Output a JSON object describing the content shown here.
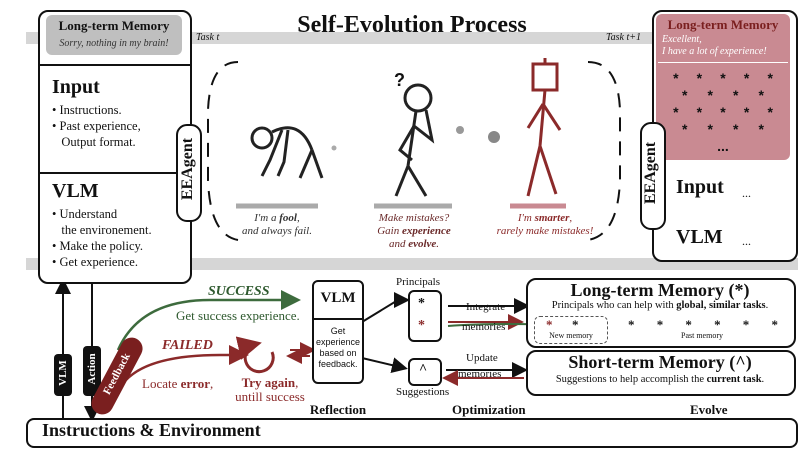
{
  "title": "Self-Evolution Process",
  "task_left": "Task t",
  "task_right": "Task t+1",
  "left_agent": {
    "memory_title": "Long-term Memory",
    "memory_text": "Sorry, nothing in my brain!",
    "input_heading": "Input",
    "input_items": [
      "Instructions.",
      "Past experience,",
      "Output format."
    ],
    "vlm_heading": "VLM",
    "vlm_items": [
      "Understand",
      "the environement.",
      "Make the policy.",
      "Get experience."
    ],
    "agent_label": "EEAgent"
  },
  "right_agent": {
    "memory_title": "Long-term Memory",
    "memory_text_line1": "Excellent,",
    "memory_text_line2": "I have a lot of experience!",
    "stars": "*",
    "dots": "...",
    "input_heading": "Input",
    "input_dots": "...",
    "vlm_heading": "VLM",
    "vlm_dots": "...",
    "agent_label": "EEAgent"
  },
  "stages": [
    {
      "line1_pre": "I'm a ",
      "line1_em": "fool",
      "line1_post": ",",
      "line2": "and always fail."
    },
    {
      "line1": "Make mistakes?",
      "line2_pre": "Gain ",
      "line2_em": "experience",
      "line2_post": "",
      "line3_pre": "and ",
      "line3_em": "evolve",
      "line3_post": "."
    },
    {
      "line1_pre": "I'm ",
      "line1_em": "smarter",
      "line1_post": ",",
      "line2": "rarely make mistakes!"
    }
  ],
  "bottom": {
    "vlm_label": "VLM",
    "action_label": "Action",
    "feedback_label": "Feedback",
    "success_title": "SUCCESS",
    "success_text": "Get success experience.",
    "failed_title": "FAILED",
    "locate_pre": "Locate ",
    "locate_em": "error",
    "locate_post": ",",
    "tryagain_em": "Try again",
    "tryagain_post": ",",
    "tryagain_line2": "untill success",
    "reflection_vlm": "VLM",
    "reflection_text": [
      "Get",
      "experience",
      "based on",
      "feedback."
    ],
    "reflection_label": "Reflection",
    "principals_label": "Principals",
    "suggestions_label": "Suggestions",
    "star_symbol": "*",
    "caret_symbol": "^",
    "integrate_line1": "Integrate",
    "integrate_line2": "memories",
    "update_line1": "Update",
    "update_line2": "memories",
    "optimization_label": "Optimization",
    "ltm_title": "Long-term Memory (*)",
    "ltm_sub_pre": "Principals who can help with ",
    "ltm_sub_bold": "global, similar tasks",
    "ltm_sub_post": ".",
    "new_memory_label": "New memory",
    "past_memory_label": "Past memory",
    "stm_title": "Short-term Memory (^)",
    "stm_sub_pre": "Suggestions to help accomplish the ",
    "stm_sub_bold": "current task",
    "stm_sub_post": ".",
    "evolve_label": "Evolve",
    "env_label": "Instructions & Environment"
  }
}
